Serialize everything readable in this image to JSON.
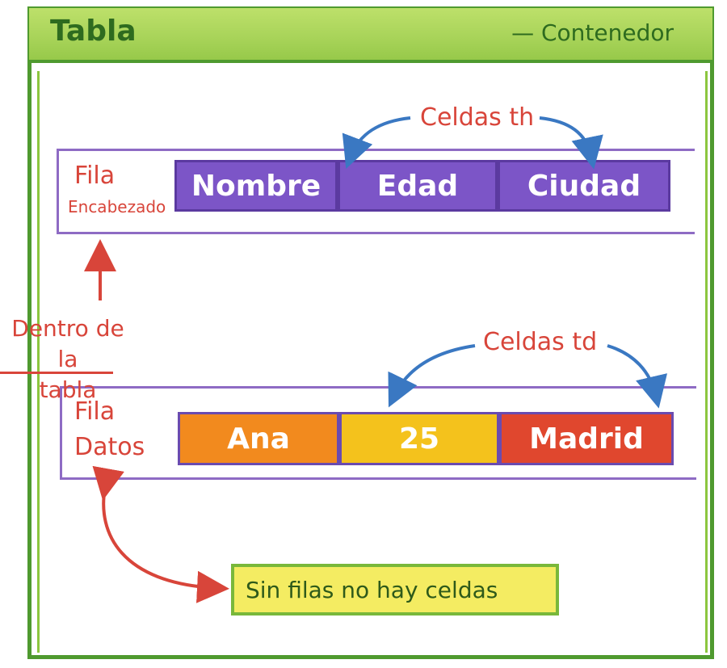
{
  "container": {
    "title": "Tabla",
    "subtitle": "— Contenedor"
  },
  "header_row": {
    "label_line1": "Fila",
    "label_line2": "Encabezado",
    "cells": [
      "Nombre",
      "Edad",
      "Ciudad"
    ]
  },
  "data_row": {
    "label_line1": "Fila",
    "label_line2": "Datos",
    "cells": [
      "Ana",
      "25",
      "Madrid"
    ]
  },
  "annotations": {
    "th": "Celdas th",
    "td": "Celdas td",
    "inside_line1": "Dentro de la",
    "inside_line2": "tabla"
  },
  "note": "Sin filas no hay celdas",
  "colors": {
    "container_border": "#4f9a2f",
    "header_bar": "#a9d45a",
    "th_cell": "#7c55c7",
    "td_cell_1": "#f28a1e",
    "td_cell_2": "#f4c21c",
    "td_cell_3": "#e0472e",
    "row_border": "#8e6bc4",
    "annotation_red": "#d8453a",
    "arrow_blue": "#3a78c2",
    "note_fill": "#f4ec62"
  }
}
